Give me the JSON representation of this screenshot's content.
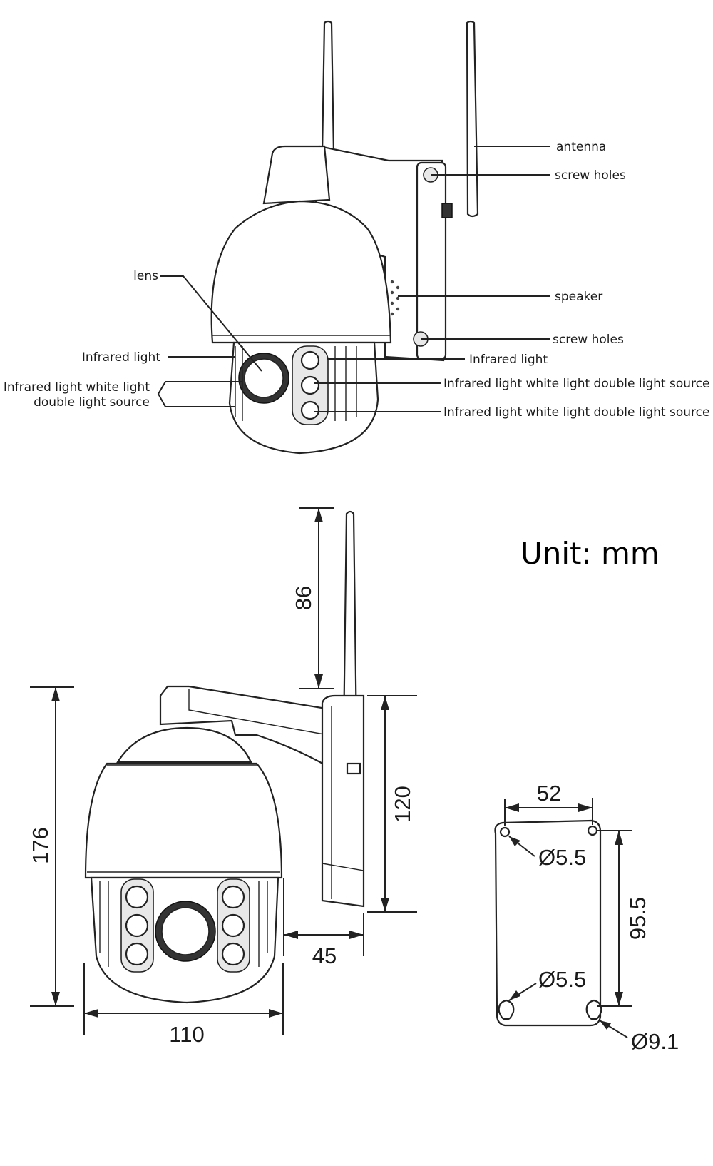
{
  "labels": {
    "antenna": "antenna",
    "screw_holes_top": "screw holes",
    "speaker": "speaker",
    "screw_holes_bottom": "screw holes",
    "lens": "lens",
    "infrared_light_left": "Infrared light",
    "infrared_light_right": "Infrared light",
    "double_source_left_line1": "Infrared light white light",
    "double_source_left_line2": "double light source",
    "double_source_right_1": "Infrared light white light double light source",
    "double_source_right_2": "Infrared light white light double light source"
  },
  "unit": "Unit: mm",
  "dimensions": {
    "antenna_height": "86",
    "total_height": "176",
    "bracket_height": "120",
    "bracket_depth": "45",
    "dome_width": "110",
    "plate_hole_spacing": "52",
    "plate_vertical_spacing": "95.5",
    "hole_top": "Ø5.5",
    "hole_bottom": "Ø5.5",
    "slot_hole": "Ø9.1"
  }
}
